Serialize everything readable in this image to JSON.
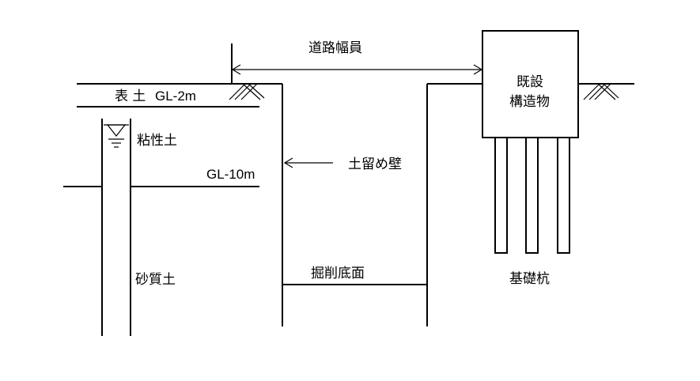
{
  "labels": {
    "road_width": "道路幅員",
    "topsoil": "表 土",
    "gl_minus_2": "GL-2m",
    "clay_soil": "粘性土",
    "gl_minus_10": "GL-10m",
    "retaining_wall": "土留め壁",
    "excavation_bottom": "掘削底面",
    "sandy_soil": "砂質土",
    "existing_structure_line1": "既設",
    "existing_structure_line2": "構造物",
    "foundation_piles": "基礎杭"
  }
}
